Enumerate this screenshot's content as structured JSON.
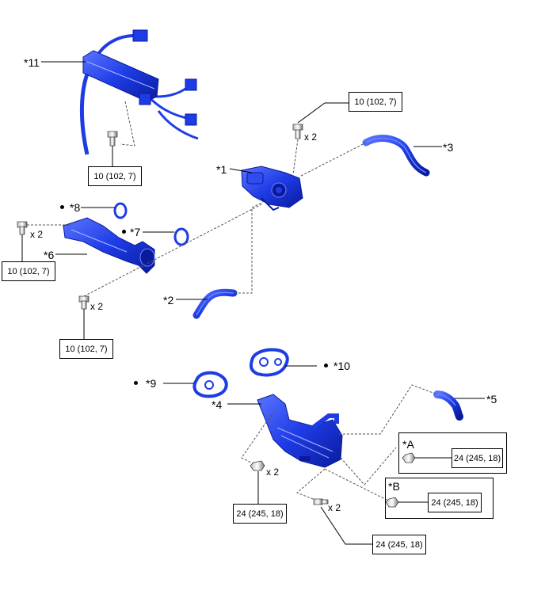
{
  "parts": {
    "p1": "*1",
    "p2": "*2",
    "p3": "*3",
    "p4": "*4",
    "p5": "*5",
    "p6": "*6",
    "p7": "*7",
    "p8": "*8",
    "p9": "*9",
    "p10": "*10",
    "p11": "*11"
  },
  "torques": {
    "t_small": "10 (102, 7)",
    "t_large": "24 (245, 18)"
  },
  "qty": {
    "x2": "x 2"
  },
  "callouts": {
    "a": "*A",
    "b": "*B"
  },
  "colors": {
    "part_fill": "#1e3ce6",
    "part_dark": "#0a1a9c",
    "part_light": "#6f84ff",
    "line": "#000000",
    "leader_dash": "#555555"
  }
}
